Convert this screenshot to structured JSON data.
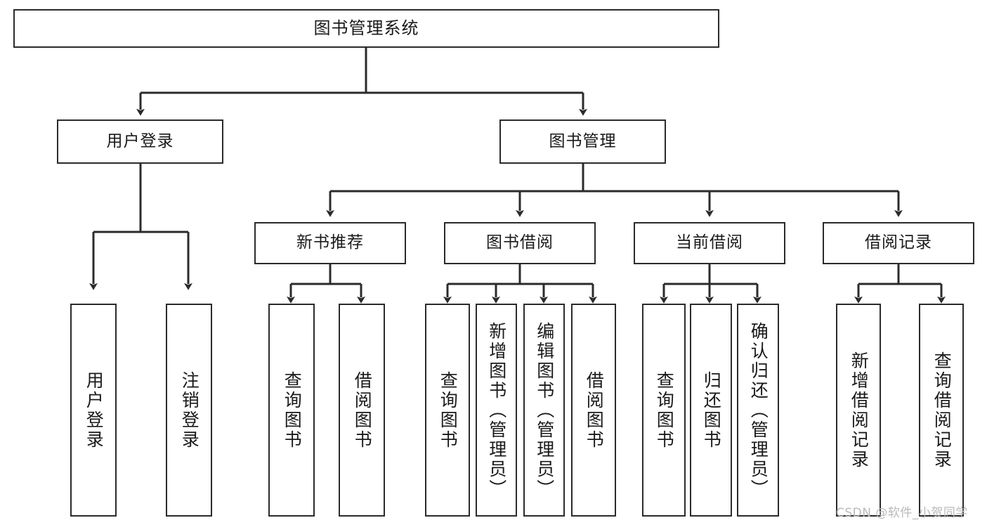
{
  "diagram": {
    "title": "图书管理系统",
    "type": "tree",
    "root": {
      "id": "root",
      "label": "图书管理系统"
    },
    "level2": [
      {
        "id": "user-login",
        "label": "用户登录"
      },
      {
        "id": "book-manage",
        "label": "图书管理"
      }
    ],
    "level3": [
      {
        "id": "new-book-recommend",
        "label": "新书推荐"
      },
      {
        "id": "book-borrow",
        "label": "图书借阅"
      },
      {
        "id": "current-borrow",
        "label": "当前借阅"
      },
      {
        "id": "borrow-record",
        "label": "借阅记录"
      }
    ],
    "leaves": [
      {
        "id": "leaf-user-login",
        "label": "用户登录",
        "parent": "user-login"
      },
      {
        "id": "leaf-user-logout",
        "label": "注销登录",
        "parent": "user-login"
      },
      {
        "id": "leaf-query-book-1",
        "label": "查询图书",
        "parent": "new-book-recommend"
      },
      {
        "id": "leaf-borrow-book-1",
        "label": "借阅图书",
        "parent": "new-book-recommend"
      },
      {
        "id": "leaf-query-book-2",
        "label": "查询图书",
        "parent": "book-borrow"
      },
      {
        "id": "leaf-add-book",
        "label": "新增图书（管理员）",
        "parent": "book-borrow"
      },
      {
        "id": "leaf-edit-book",
        "label": "编辑图书（管理员）",
        "parent": "book-borrow"
      },
      {
        "id": "leaf-borrow-book-2",
        "label": "借阅图书",
        "parent": "book-borrow"
      },
      {
        "id": "leaf-query-book-3",
        "label": "查询图书",
        "parent": "current-borrow"
      },
      {
        "id": "leaf-return-book",
        "label": "归还图书",
        "parent": "current-borrow"
      },
      {
        "id": "leaf-confirm-return",
        "label": "确认归还（管理员）",
        "parent": "current-borrow"
      },
      {
        "id": "leaf-add-record",
        "label": "新增借阅记录",
        "parent": "borrow-record"
      },
      {
        "id": "leaf-query-record",
        "label": "查询借阅记录",
        "parent": "borrow-record"
      }
    ],
    "colors": {
      "box_border": "#2b2b2b",
      "box_fill": "#ffffff",
      "connector": "#2b2b2b",
      "text": "#1a1a1a",
      "watermark": "#b9b9b9",
      "background": "#ffffff"
    }
  },
  "watermark": {
    "text": "CSDN @软件_小贺同学"
  }
}
